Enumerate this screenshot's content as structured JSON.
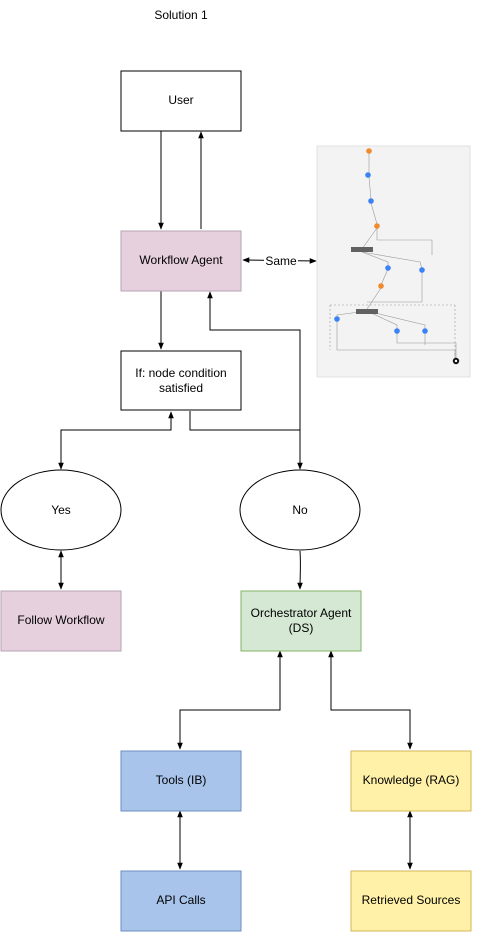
{
  "diagram": {
    "title": "Solution 1",
    "nodes": {
      "user": "User",
      "workflow_agent": "Workflow Agent",
      "condition_line1": "If: node condition",
      "condition_line2": "satisfied",
      "yes": "Yes",
      "no": "No",
      "follow_workflow": "Follow Workflow",
      "orchestrator_line1": "Orchestrator Agent",
      "orchestrator_line2": "(DS)",
      "tools": "Tools (IB)",
      "knowledge": "Knowledge (RAG)",
      "api_calls": "API Calls",
      "retrieved_sources": "Retrieved Sources"
    },
    "edge_labels": {
      "same": "Same"
    },
    "colors": {
      "white_box": "#ffffff",
      "workflow_fill": "#e6d0de",
      "orchestrator_fill": "#d5e8d4",
      "tools_fill": "#a9c4eb",
      "knowledge_fill": "#fff2a8",
      "stroke": "#000000"
    }
  }
}
